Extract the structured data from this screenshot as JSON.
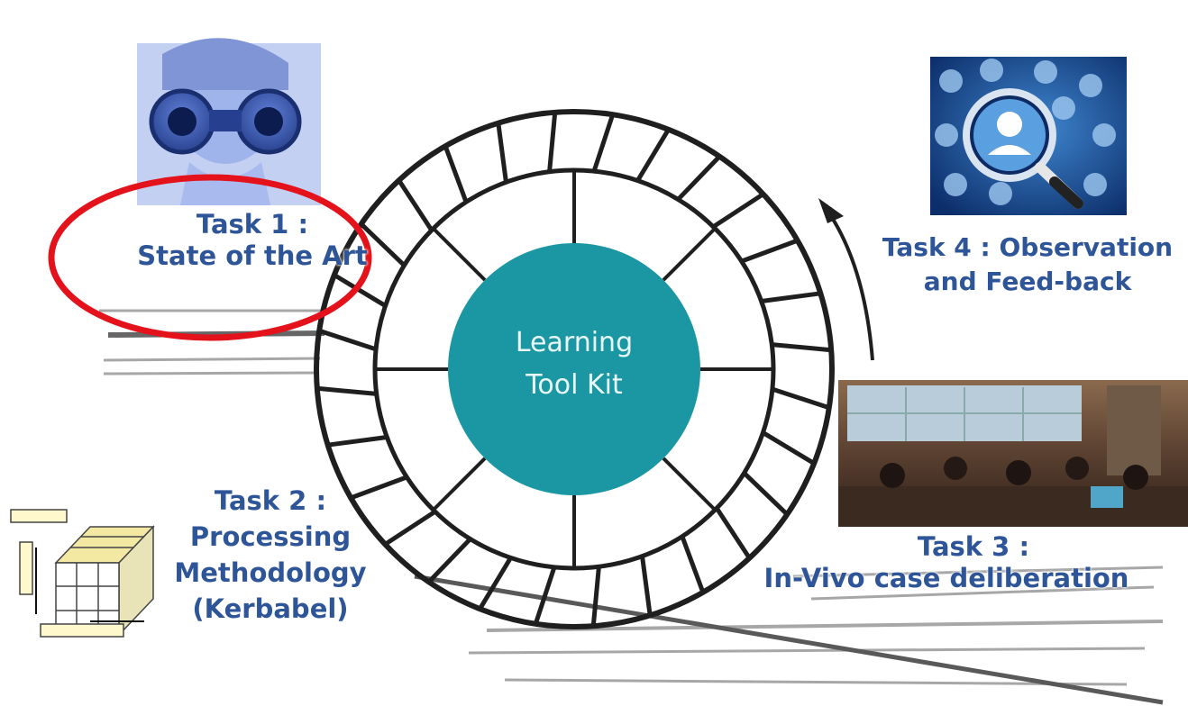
{
  "center": {
    "line1": "Learning",
    "line2": "Tool Kit",
    "color": "#1a97a3"
  },
  "tasks": [
    {
      "line1": "Task 1 :",
      "line2": "State of the Art",
      "icon": "binoculars-photo",
      "highlighted": true
    },
    {
      "line1": "Task 2 :",
      "line2": "Processing",
      "line3": "Methodology",
      "line4": "(Kerbabel)",
      "icon": "cube-matrix"
    },
    {
      "line1": "Task 3 :",
      "line2": "In-Vivo case deliberation",
      "icon": "control-room-photo"
    },
    {
      "line1": "Task 4 : Observation",
      "line2": "and Feed-back",
      "icon": "magnifier-people"
    }
  ],
  "colors": {
    "label_text": "#2e5597",
    "highlight_ellipse": "#e3121b",
    "wheel_stroke": "#1f1f1f"
  }
}
